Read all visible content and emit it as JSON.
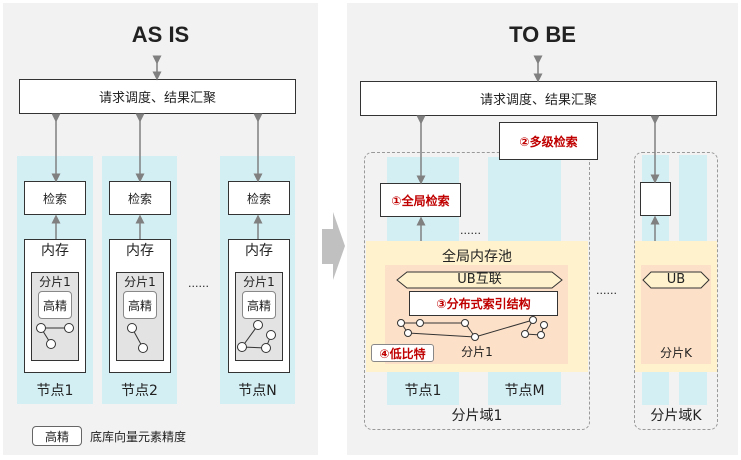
{
  "as_is": {
    "title": "AS IS",
    "aggregator": "请求调度、结果汇聚",
    "nodes": [
      {
        "search": "检索",
        "memory": "内存",
        "shard": "分片1",
        "precision": "高精",
        "label": "节点1"
      },
      {
        "search": "检索",
        "memory": "内存",
        "shard": "分片1",
        "precision": "高精",
        "label": "节点2"
      },
      {
        "search": "检索",
        "memory": "内存",
        "shard": "分片1",
        "precision": "高精",
        "label": "节点N"
      }
    ],
    "ellipsis": "......",
    "legend": {
      "tag": "高精",
      "text": "底库向量元素精度"
    }
  },
  "to_be": {
    "title": "TO BE",
    "aggregator": "请求调度、结果汇聚",
    "multi_level_search": "②多级检索",
    "global_search": "①全局检索",
    "global_memory_pool": "全局内存池",
    "ub_interconnect": "UB互联",
    "distributed_index": "③分布式索引结构",
    "low_bit": "④低比特",
    "shard1": "分片1",
    "node1": "节点1",
    "nodeM": "节点M",
    "domain1": "分片域1",
    "ellipsis_inner": "......",
    "ellipsis_outer": "......",
    "domainK": {
      "ub": "UB",
      "shard": "分片K",
      "label": "分片域K"
    }
  },
  "colors": {
    "panel_bg": "#f2f2f2",
    "node_column": "#d4eff4",
    "memory_pool": "#fff2cc",
    "shard_bg": "#fde0c8",
    "accent_red": "#c00000",
    "arrow": "#808080"
  }
}
